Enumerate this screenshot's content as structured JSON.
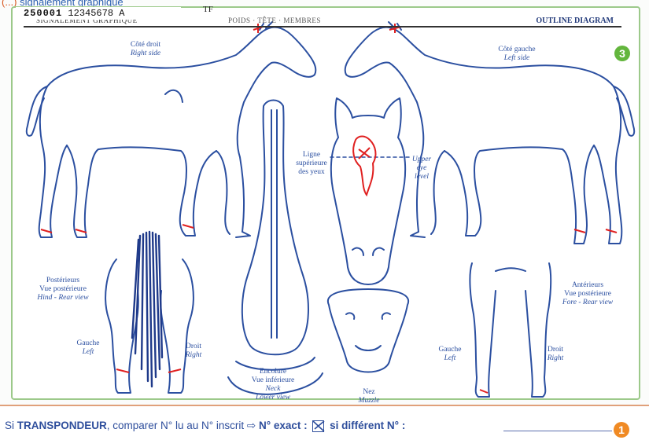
{
  "top_caption": {
    "bracket": "(...)",
    "text": "signalement graphique"
  },
  "id_strip": {
    "number": "250001",
    "suffix": "12345678 A"
  },
  "tf_code": "TF",
  "header": {
    "left": "SIGNALEMENT GRAPHIQUE",
    "middle": "POIDS · TÊTE · MEMBRES",
    "right": "OUTLINE DIAGRAM"
  },
  "badges": {
    "section_3": "3",
    "section_1": "1"
  },
  "labels": {
    "right_side": {
      "fr": "Côté droit",
      "en": "Right side"
    },
    "left_side": {
      "fr": "Côté gauche",
      "en": "Left side"
    },
    "eye_level": {
      "fr1": "Ligne",
      "fr2": "supérieure",
      "fr3": "des yeux",
      "en1": "Upper",
      "en2": "eye",
      "en3": "level"
    },
    "hind": {
      "fr1": "Postérieurs",
      "fr2": "Vue postérieure",
      "en": "Hind - Rear view"
    },
    "hind_left": {
      "fr": "Gauche",
      "en": "Left"
    },
    "hind_right": {
      "fr": "Droit",
      "en": "Right"
    },
    "neck": {
      "fr1": "Encolure",
      "fr2": "Vue inférieure",
      "en1": "Neck",
      "en2": "Lower view"
    },
    "muzzle": {
      "fr": "Nez",
      "en": "Muzzle"
    },
    "fore": {
      "fr1": "Antérieurs",
      "fr2": "Vue postérieure",
      "en": "Fore - Rear view"
    },
    "fore_left": {
      "fr": "Gauche",
      "en": "Left"
    },
    "fore_right": {
      "fr": "Droit",
      "en": "Right"
    }
  },
  "footer": {
    "part1": "Si ",
    "transpondeur": "TRANSPONDEUR",
    "part2": ", comparer N° lu au N° inscrit ⇨ ",
    "exact": "N° exact :",
    "different": "si différent N° :"
  },
  "colors": {
    "ink": "#2b4fa0",
    "marking": "#e02020",
    "frame": "#9cc98a",
    "footer_rule": "#e0a07a"
  }
}
